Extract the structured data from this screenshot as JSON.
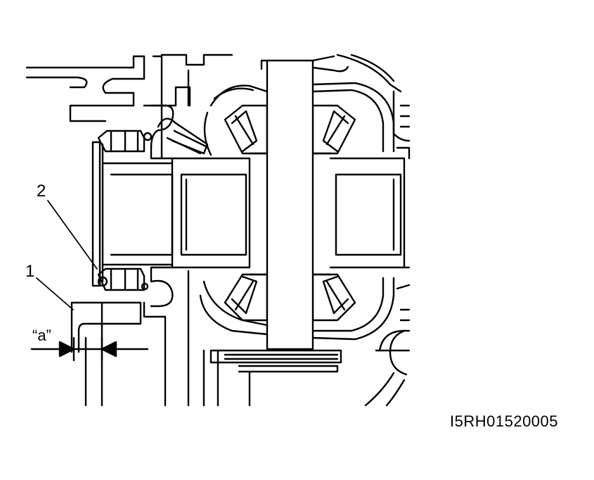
{
  "callouts": {
    "one": "1",
    "two": "2",
    "gap": "“a”"
  },
  "figure_id": "I5RH01520005",
  "colors": {
    "line": "#000000",
    "background": "#ffffff"
  }
}
